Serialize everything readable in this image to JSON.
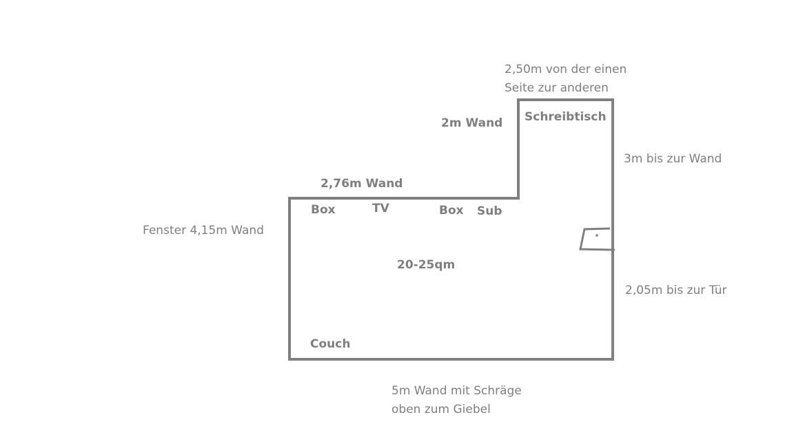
{
  "colors": {
    "line": "#808080",
    "text": "#7f7f7f"
  },
  "labels": {
    "desk_width": [
      "2,50m von der einen",
      "Seite zur anderen"
    ],
    "desk": "Schreibtisch",
    "wall_2m": "2m Wand",
    "wall_3m": "3m bis zur Wand",
    "wall_276": "2,76m Wand",
    "box_left": "Box",
    "tv": "TV",
    "box_right": "Box",
    "sub": "Sub",
    "window_wall": "Fenster 4,15m Wand",
    "area": "20-25qm",
    "door_distance": "2,05m bis zur Tür",
    "couch": "Couch",
    "bottom_wall": [
      "5m Wand mit Schräge",
      "oben zum Giebel"
    ]
  }
}
